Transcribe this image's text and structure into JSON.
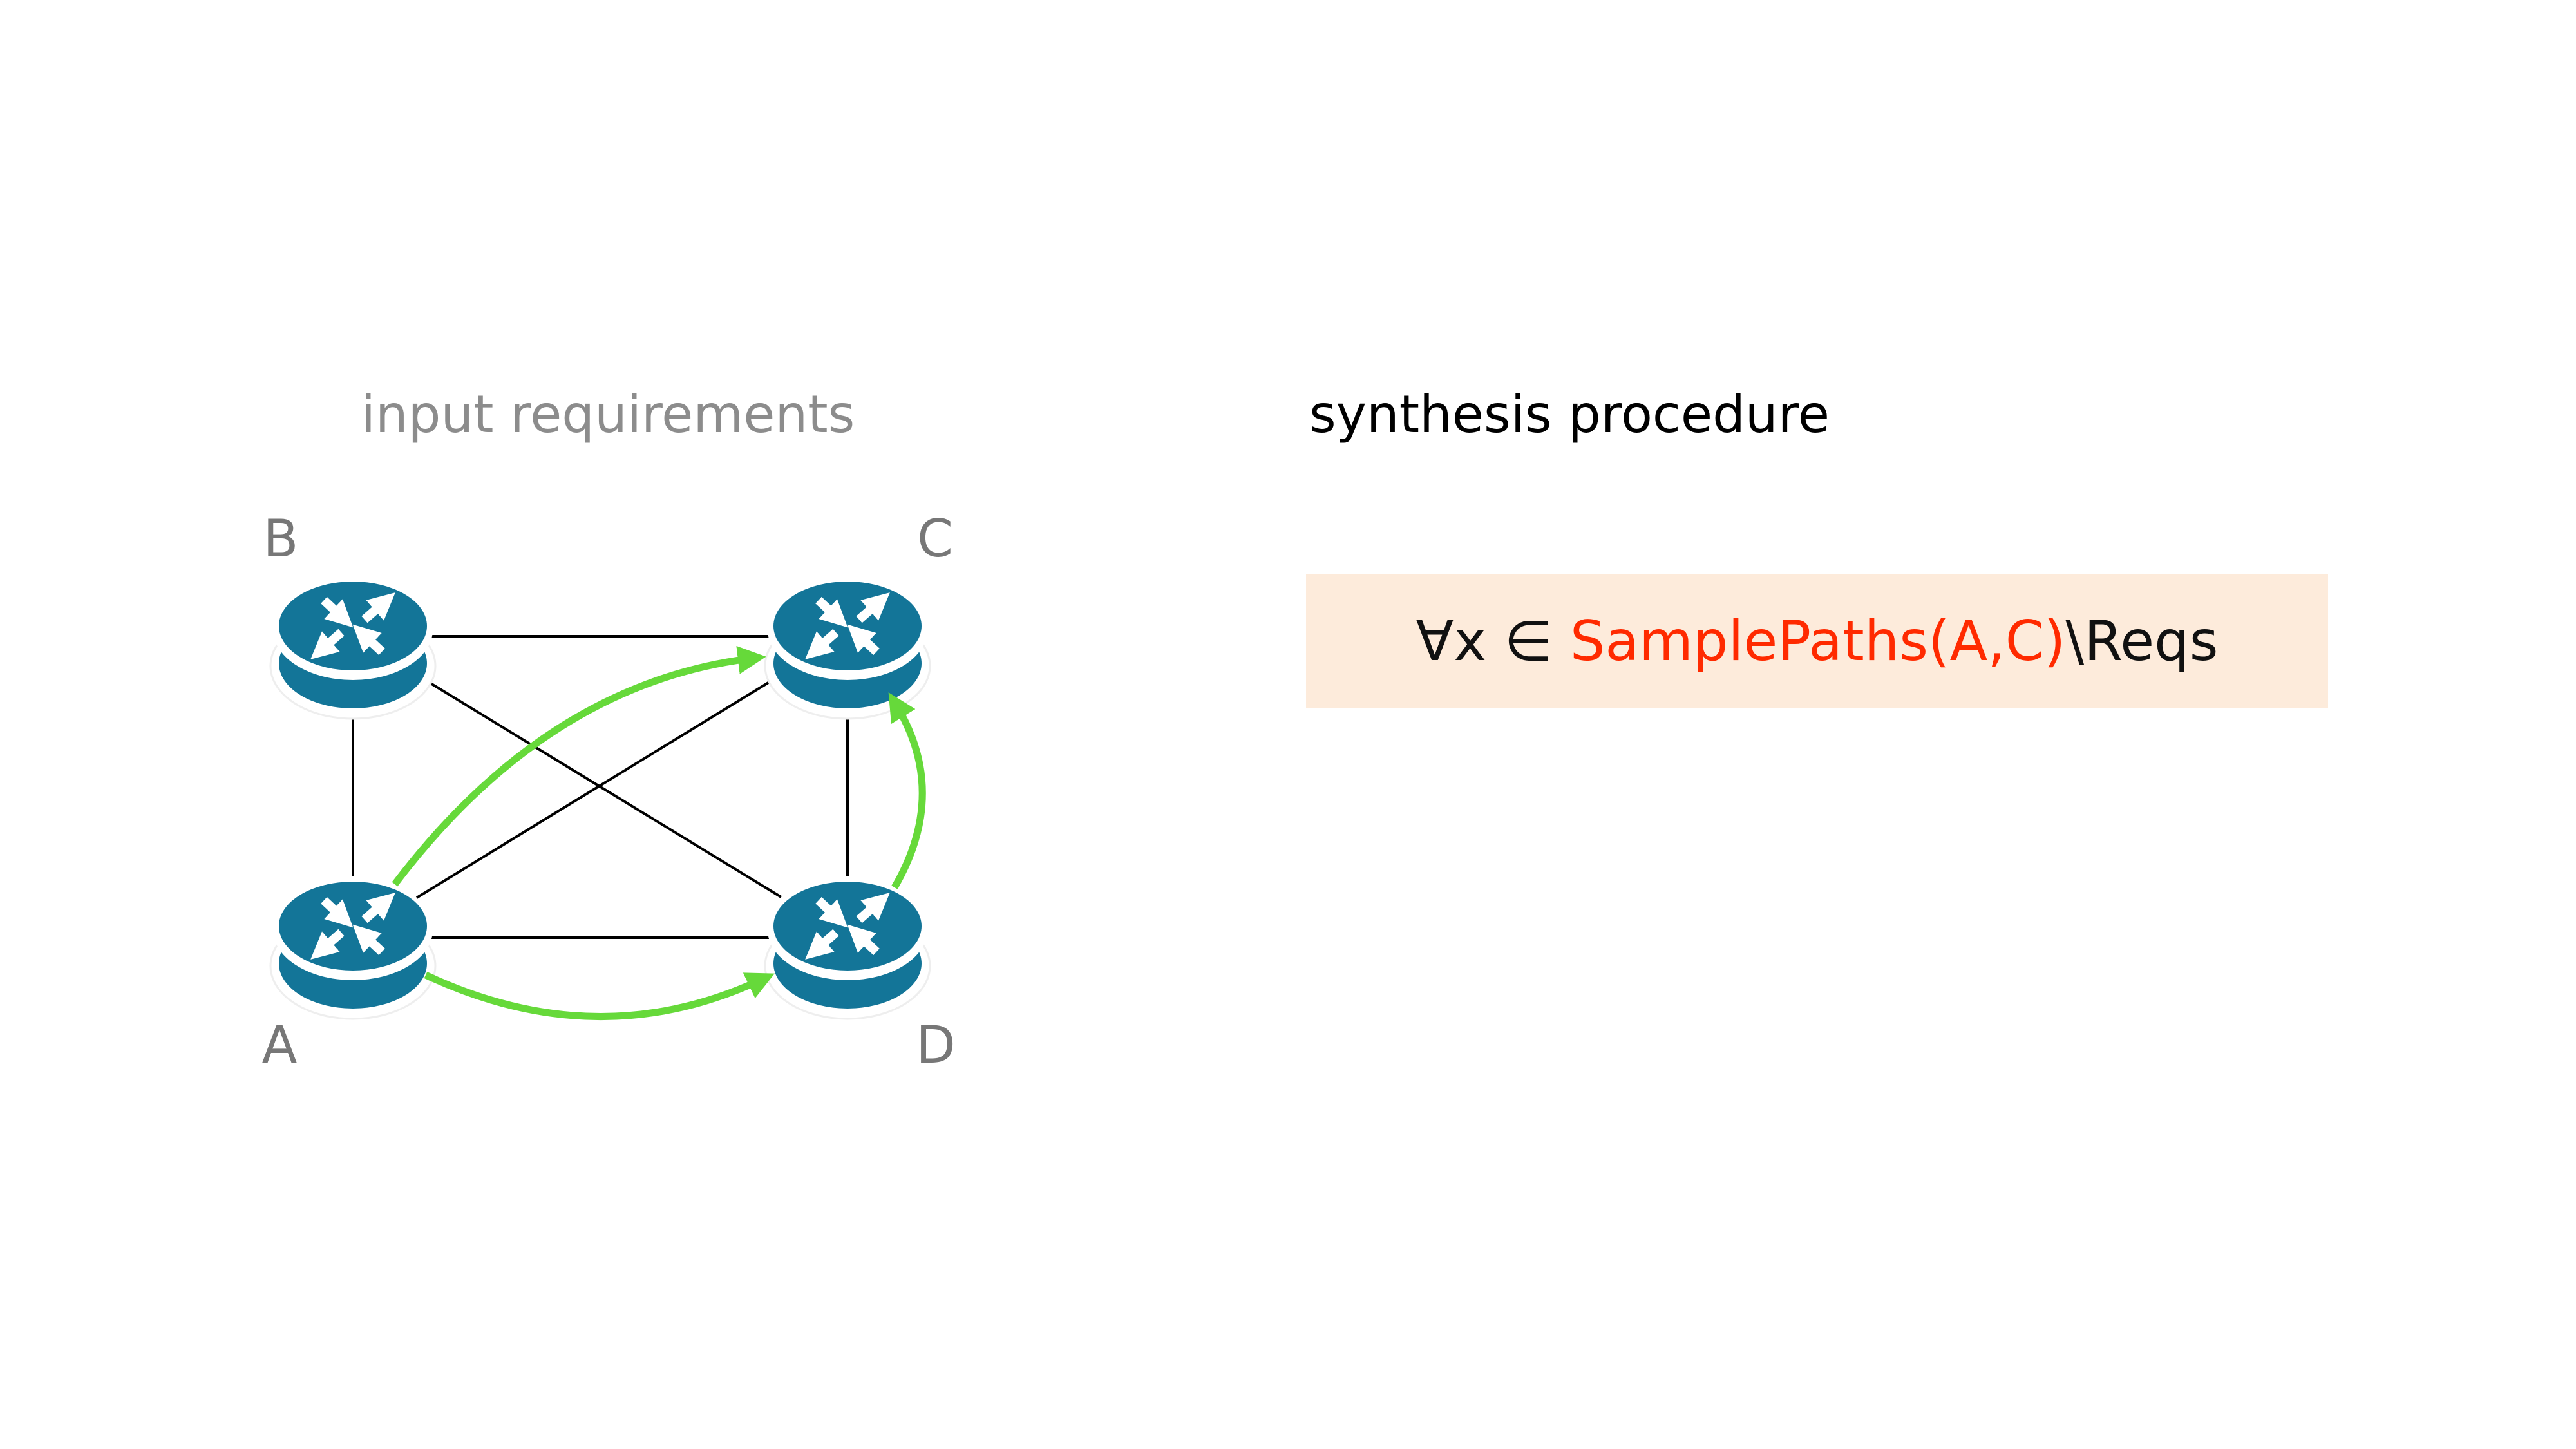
{
  "left_panel": {
    "title": "input requirements",
    "nodes": [
      {
        "id": "A",
        "label": "A"
      },
      {
        "id": "B",
        "label": "B"
      },
      {
        "id": "C",
        "label": "C"
      },
      {
        "id": "D",
        "label": "D"
      }
    ],
    "links": [
      [
        "A",
        "B"
      ],
      [
        "B",
        "C"
      ],
      [
        "C",
        "D"
      ],
      [
        "A",
        "D"
      ],
      [
        "A",
        "C"
      ],
      [
        "B",
        "D"
      ]
    ],
    "requirement_paths": [
      [
        "A",
        "C"
      ],
      [
        "A",
        "D"
      ],
      [
        "D",
        "C"
      ]
    ]
  },
  "right_panel": {
    "title": "synthesis procedure",
    "formula": {
      "prefix": "∀x ∈ ",
      "highlight": "SamplePaths(A,C)",
      "suffix": "\\Reqs"
    }
  },
  "colors": {
    "router": "#137598",
    "requirement_arrow": "#66d93a",
    "highlight_text": "#ff2a00",
    "formula_background": "#fdebdb",
    "muted_title": "#8c8c8c",
    "node_label": "#777777"
  },
  "icons": {
    "router": "router-icon"
  }
}
